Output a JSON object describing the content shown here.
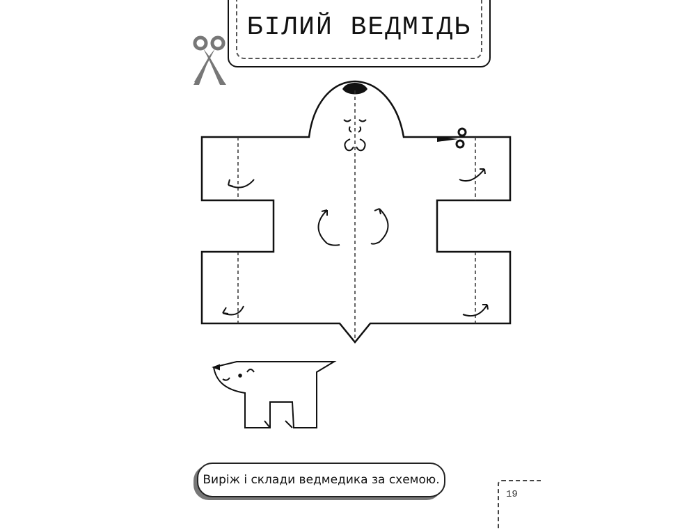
{
  "title": "БІЛИЙ ВЕДМІДЬ",
  "instruction": "Виріж і склади ведмедика за схемою.",
  "page_number": "19",
  "icons": [
    "scissors-icon",
    "small-scissors-icon",
    "fold-arrow-icon",
    "polar-bear-figure"
  ]
}
